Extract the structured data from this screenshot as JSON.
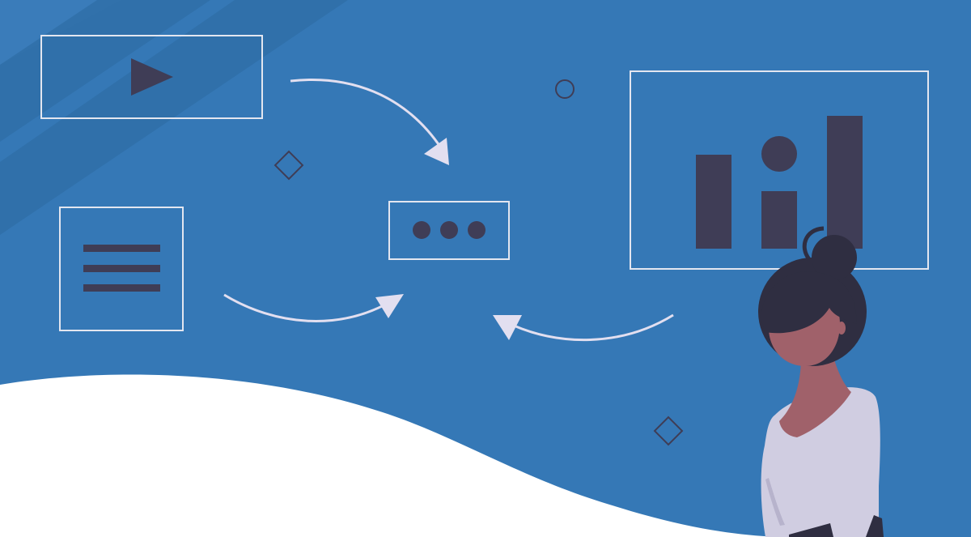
{
  "colors": {
    "background": "#3578b6",
    "stripe": "#2f6ea6",
    "outline": "#e3e6f0",
    "dark": "#3f3d56",
    "arrow": "#e2dff0",
    "wave": "#ffffff",
    "hair": "#2f2e41",
    "skin": "#a0616a",
    "shirt": "#d0cde1"
  },
  "icons": {
    "video_card": "play-icon",
    "text_card": "lines-icon",
    "center_card": "ellipsis-icon",
    "chart_card": "bar-chart-icon"
  },
  "illustration": {
    "arrows": [
      "arrow-top",
      "arrow-left",
      "arrow-right"
    ],
    "decorations": [
      "small-circle",
      "diamond-left",
      "diamond-right"
    ],
    "figure": "woman-figure"
  }
}
